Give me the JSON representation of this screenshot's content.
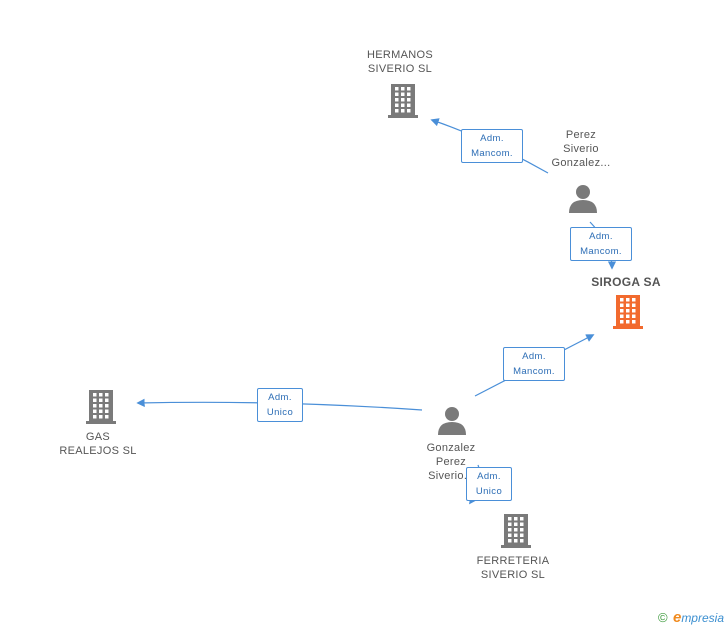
{
  "nodes": {
    "hermanos": {
      "lines": [
        "HERMANOS",
        "SIVERIO  SL"
      ],
      "kind": "company",
      "color": "#7a7a7a"
    },
    "siroga": {
      "lines": [
        "SIROGA SA"
      ],
      "kind": "company",
      "color": "#f26a2e"
    },
    "gas": {
      "lines": [
        "GAS",
        "REALEJOS  SL"
      ],
      "kind": "company",
      "color": "#7a7a7a"
    },
    "ferreteria": {
      "lines": [
        "FERRETERIA",
        "SIVERIO  SL"
      ],
      "kind": "company",
      "color": "#7a7a7a"
    },
    "perez": {
      "lines": [
        "Perez",
        "Siverio",
        "Gonzalez..."
      ],
      "kind": "person",
      "color": "#7a7a7a"
    },
    "gonzalez": {
      "lines": [
        "Gonzalez",
        "Perez",
        "Siverio..."
      ],
      "kind": "person",
      "color": "#7a7a7a"
    }
  },
  "edges": [
    {
      "id": "perez-hermanos",
      "from": "perez",
      "to": "hermanos",
      "label": [
        "Adm.",
        "Mancom."
      ]
    },
    {
      "id": "perez-siroga",
      "from": "perez",
      "to": "siroga",
      "label": [
        "Adm.",
        "Mancom."
      ]
    },
    {
      "id": "gonzalez-siroga",
      "from": "gonzalez",
      "to": "siroga",
      "label": [
        "Adm.",
        "Mancom."
      ]
    },
    {
      "id": "gonzalez-gas",
      "from": "gonzalez",
      "to": "gas",
      "label": [
        "Adm.",
        "Unico"
      ]
    },
    {
      "id": "gonzalez-ferreteria",
      "from": "gonzalez",
      "to": "ferreteria",
      "label": [
        "Adm.",
        "Unico"
      ]
    }
  ],
  "colors": {
    "edge": "#4a8fd8",
    "company": "#7a7a7a",
    "focus": "#f26a2e"
  },
  "footer": {
    "copyright": "©",
    "brand_initial": "e",
    "brand_rest": "mpresia"
  }
}
